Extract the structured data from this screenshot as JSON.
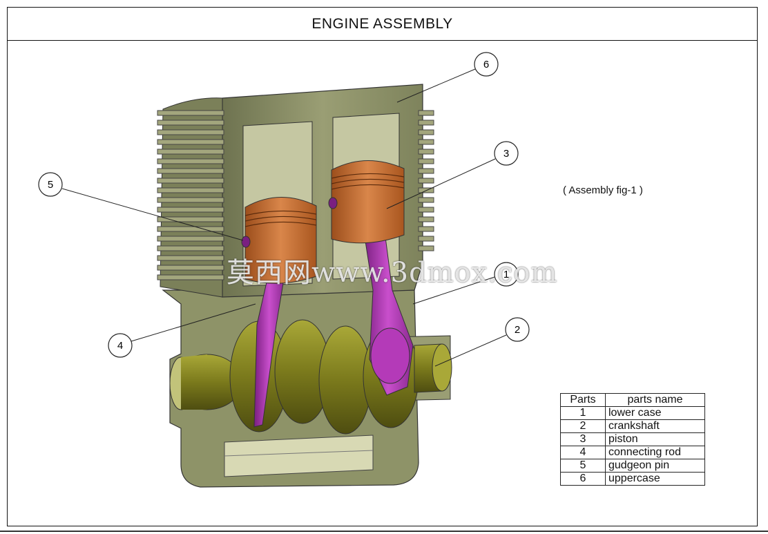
{
  "title": "ENGINE  ASSEMBLY",
  "caption": "( Assembly fig-1 )",
  "watermark": "莫西网www.3dmox.com",
  "callouts": [
    "1",
    "2",
    "3",
    "4",
    "5",
    "6"
  ],
  "parts_table": {
    "headers": [
      "Parts",
      "parts name"
    ],
    "rows": [
      {
        "num": "1",
        "name": "lower case"
      },
      {
        "num": "2",
        "name": "crankshaft"
      },
      {
        "num": "3",
        "name": "piston"
      },
      {
        "num": "4",
        "name": "connecting rod"
      },
      {
        "num": "5",
        "name": "gudgeon pin"
      },
      {
        "num": "6",
        "name": "uppercase"
      }
    ]
  },
  "colors": {
    "case": "#8a8f66",
    "case_light": "#b7b98f",
    "crankshaft": "#7b7a1c",
    "piston": "#c06a2c",
    "connecting_rod": "#a531a8"
  }
}
